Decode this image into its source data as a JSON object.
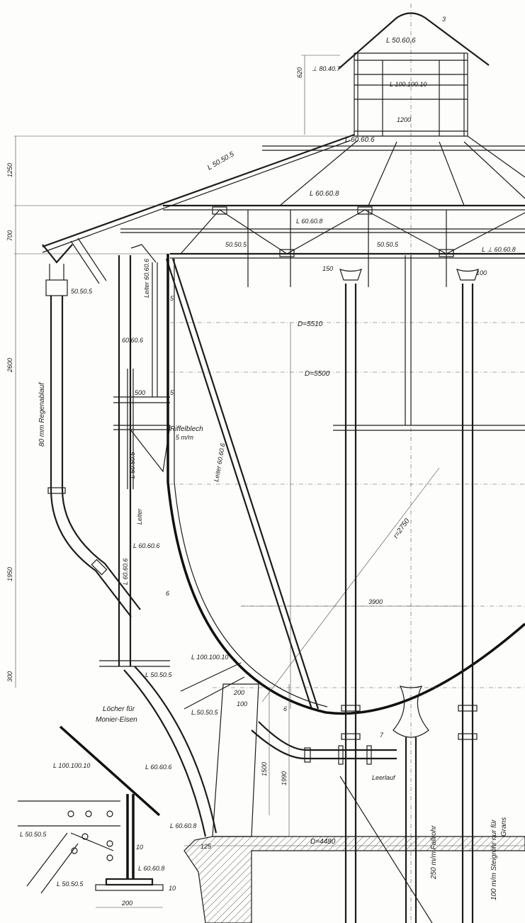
{
  "drawing": {
    "lantern": {
      "top_angle": "L 50.60.6",
      "thickness": "3",
      "height_dim": "620",
      "rail": "⊥ 80.40.7",
      "base_ring": "L 100.100.10",
      "opening": "1200"
    },
    "roof": {
      "ring_upper": "L 60.60.6",
      "rafter": "L 50.50.5",
      "ring_main": "L 60.60.8",
      "height_dim": "1250"
    },
    "truss": {
      "chord": "L 60.60.8",
      "diag_left": "50.50.5",
      "diag_right": "50.50.5",
      "bottom": "L ⊥ 60.60.8",
      "height_dim": "700",
      "gap_left": "150",
      "gap_right": "100"
    },
    "gutter": {
      "bracket": "50.50.5",
      "downpipe": "80 mm Regenablauf"
    },
    "ladder": {
      "upper": "Leiter 60.60.6",
      "upper_thk": "5",
      "upper_angle": "60.60.6",
      "platform_width": "500",
      "platform_thk": "5",
      "platform_plate": "Riffelblech",
      "platform_plate_thk": "5 m/m",
      "post": "L 50.50.5",
      "inner": "Leiter 60.60.6",
      "lower": "Leiter",
      "lower_angle": "L 60.60.6",
      "lower_angle2": "L 60.60.6"
    },
    "tank": {
      "d_top": "D=5510",
      "d_shell": "D=5500",
      "radius": "r=2750",
      "half_width": "3900",
      "wall_thk": "6",
      "bottom_thk": "6",
      "cap_angle": "L 100.100.10",
      "bearing_angle": "L 50.50.5",
      "d_base": "D=4480"
    },
    "heights": {
      "h_shell": "2600",
      "h_bowl": "1950",
      "h_ring": "300"
    },
    "support": {
      "holes": "Löcher für",
      "holes2": "Monier-Eisen",
      "strut": "L.50.50.5",
      "rib": "L 60.60.6",
      "toe": "L 60.60.8",
      "dim_200": "200",
      "dim_100": "100",
      "dim_125": "125",
      "h_1500": "1500",
      "h_1990": "1990"
    },
    "piping": {
      "overflow": "Leerlauf",
      "flange_thk": "7",
      "fallrohr": "250 m/m Fallrohr",
      "steigrohr": "100 m/m Steigrohr nur für",
      "steigrohr2": "Grans"
    },
    "detail": {
      "top_angle": "L 100.100.10",
      "left_angle": "L 50.50.5",
      "plate": "10",
      "base_angle": "L 60.60.8",
      "diag_angle": "L 50.50.5",
      "base_thk": "10",
      "base_width": "200"
    }
  }
}
